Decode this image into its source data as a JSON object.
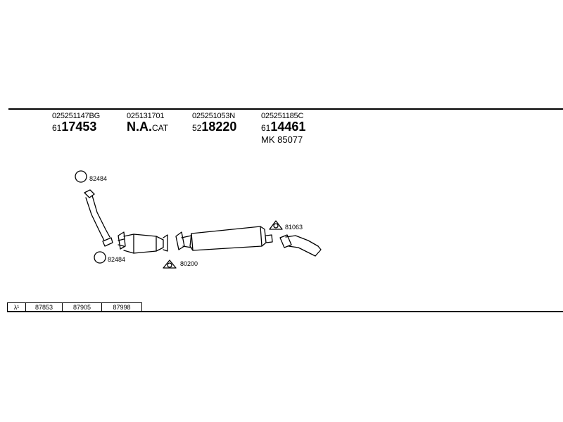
{
  "parts": [
    {
      "oem": "025251147BG",
      "prefix": "61",
      "number": "17453",
      "suffix": "",
      "extra": ""
    },
    {
      "oem": "025131701",
      "prefix": "",
      "number": "N.A.",
      "suffix": "CAT",
      "extra": ""
    },
    {
      "oem": "025251053N",
      "prefix": "52",
      "number": "18220",
      "suffix": "",
      "extra": ""
    },
    {
      "oem": "025251185C",
      "prefix": "61",
      "number": "14461",
      "suffix": "",
      "extra": "MK 85077"
    }
  ],
  "callouts": {
    "gasket_top_front": "82484",
    "gasket_bottom_front": "82484",
    "gasket_cat": "80200",
    "gasket_rear": "81063"
  },
  "legend": {
    "symbol": "λ¹",
    "items": [
      "87853",
      "87905",
      "87998"
    ]
  }
}
